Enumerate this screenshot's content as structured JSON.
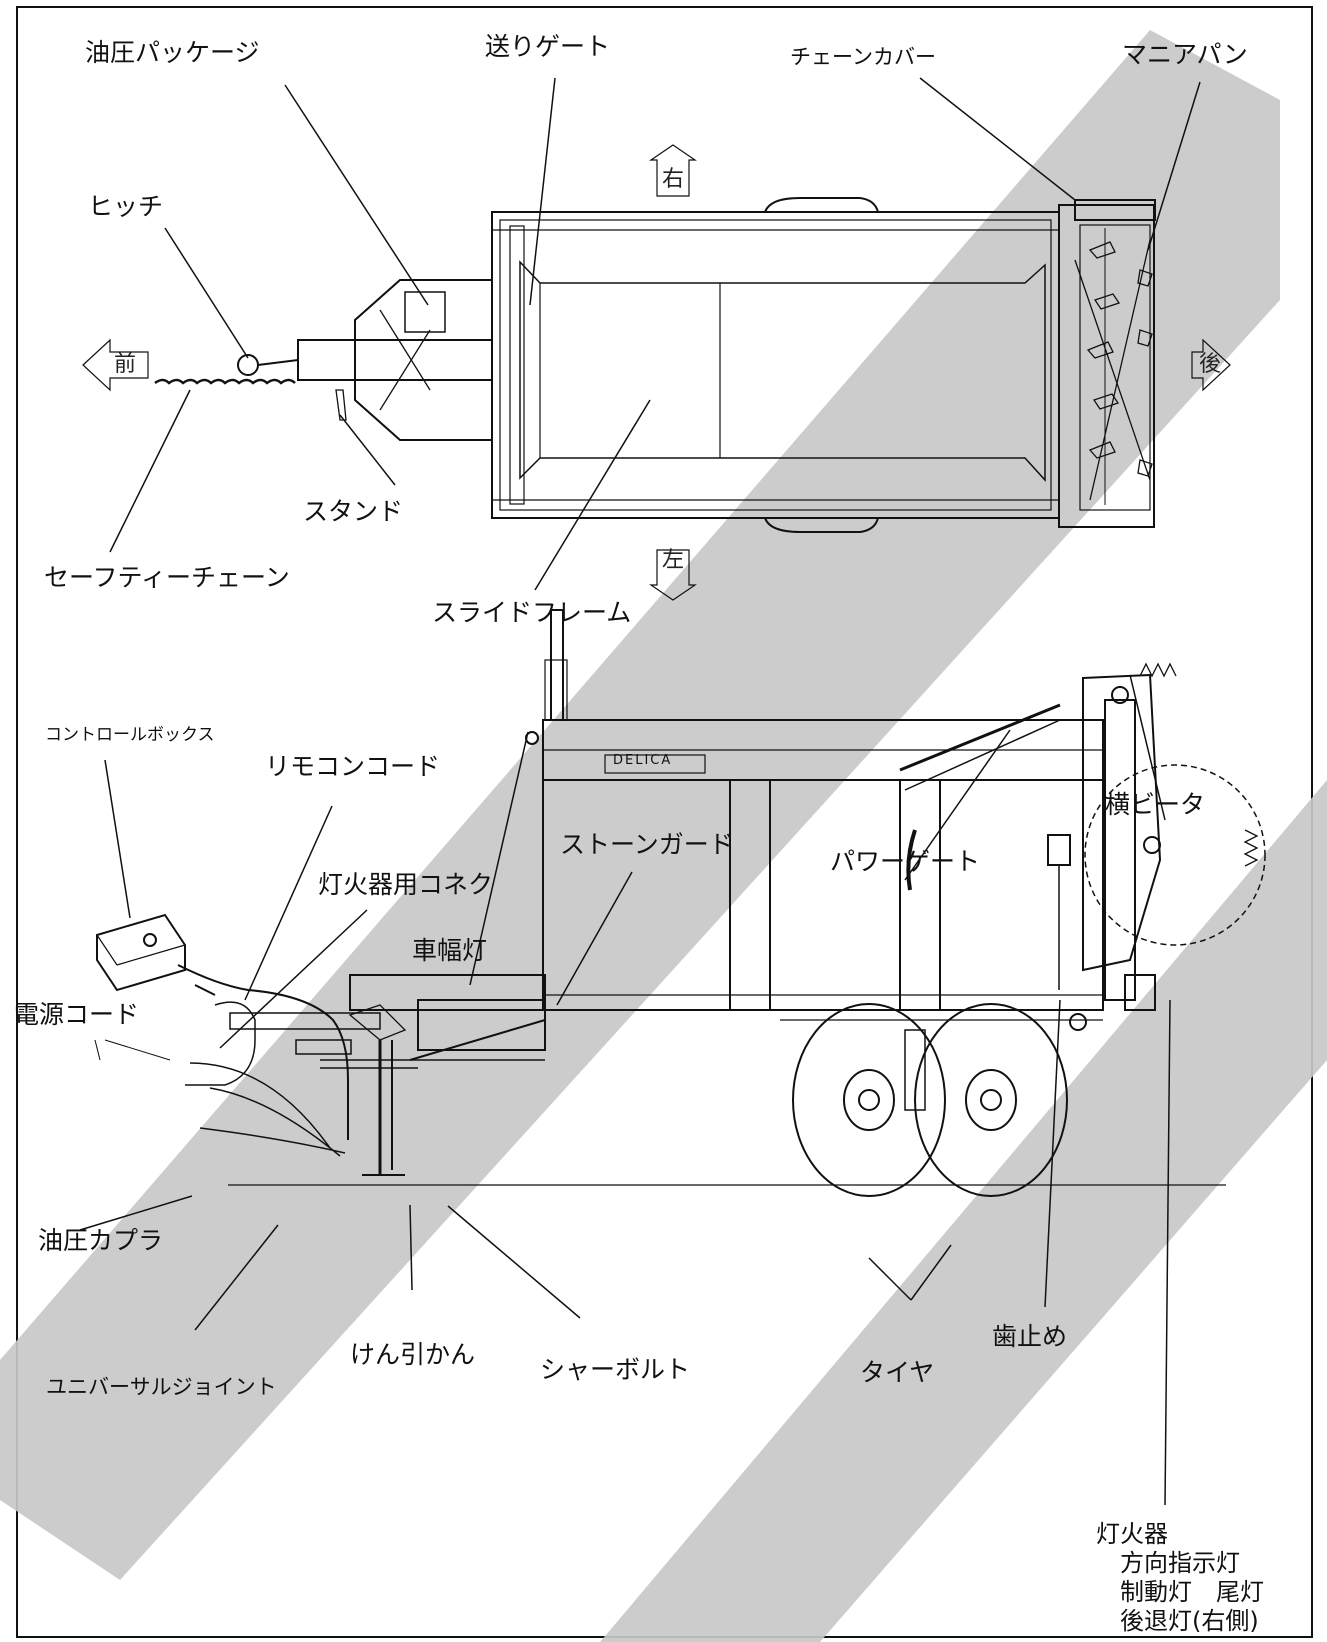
{
  "top_view_labels": {
    "hydraulic_package": "油圧パッケージ",
    "feed_gate": "送りゲート",
    "chain_cover": "チェーンカバー",
    "manure_pan": "マニアパン",
    "hitch": "ヒッチ",
    "stand": "スタンド",
    "safety_chain": "セーフティーチェーン",
    "slide_frame": "スライドフレーム"
  },
  "directions": {
    "right": "右",
    "left": "左",
    "front": "前",
    "rear": "後"
  },
  "side_view_labels": {
    "control_box": "コントロールボックス",
    "remote_cord": "リモコンコード",
    "lamp_connector": "灯火器用コネク",
    "power_cord": "電源コード",
    "hydraulic_coupler": "油圧カプラ",
    "universal_joint": "ユニバーサルジョイント",
    "tow_bar": "けん引かん",
    "shear_bolt": "シャーボルト",
    "tire": "タイヤ",
    "wheel_chock": "歯止め",
    "side_lamp": "車幅灯",
    "stone_guard": "ストーンガード",
    "power_gate": "パワーゲート",
    "horizontal_beater": "横ビータ",
    "brand_plate": "DELICA"
  },
  "lamps": {
    "title": "灯火器",
    "items": [
      "方向指示灯",
      "制動灯　尾灯",
      "後退灯(右側)"
    ]
  },
  "colors": {
    "line": "#111111",
    "watermark": "#c8c8c8"
  }
}
